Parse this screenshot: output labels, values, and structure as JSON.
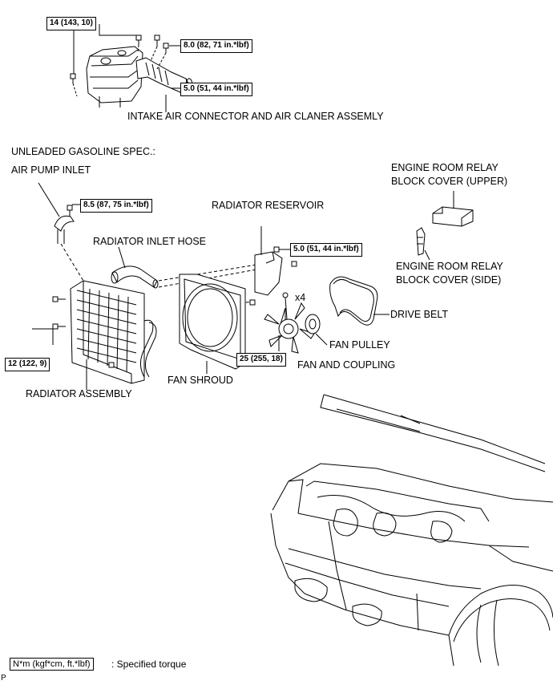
{
  "labels": {
    "intake": "INTAKE AIR CONNECTOR AND AIR CLANER ASSEMLY",
    "unleaded": "UNLEADED GASOLINE SPEC.:",
    "air_pump": "AIR PUMP INLET",
    "reservoir": "RADIATOR RESERVOIR",
    "relay_upper_1": "ENGINE ROOM RELAY",
    "relay_upper_2": "BLOCK COVER (UPPER)",
    "inlet_hose": "RADIATOR INLET HOSE",
    "relay_side_1": "ENGINE ROOM RELAY",
    "relay_side_2": "BLOCK COVER (SIDE)",
    "x4": "x4",
    "drive_belt": "DRIVE BELT",
    "fan_pulley": "FAN PULLEY",
    "fan_coupling": "FAN AND COUPLING",
    "fan_shroud": "FAN SHROUD",
    "radiator": "RADIATOR ASSEMBLY",
    "corner": "P"
  },
  "torques": {
    "t1": "14 (143, 10)",
    "t2": "8.0 (82, 71 in.*lbf)",
    "t3": "5.0 (51, 44 in.*lbf)",
    "t4": "8.5 (87, 75 in.*lbf)",
    "t5": "5.0 (51, 44 in.*lbf)",
    "t6": "12 (122, 9)",
    "t7": "25 (255, 18)"
  },
  "legend": {
    "box": "N*m (kgf*cm, ft.*lbf)",
    "text": ": Specified torque"
  }
}
